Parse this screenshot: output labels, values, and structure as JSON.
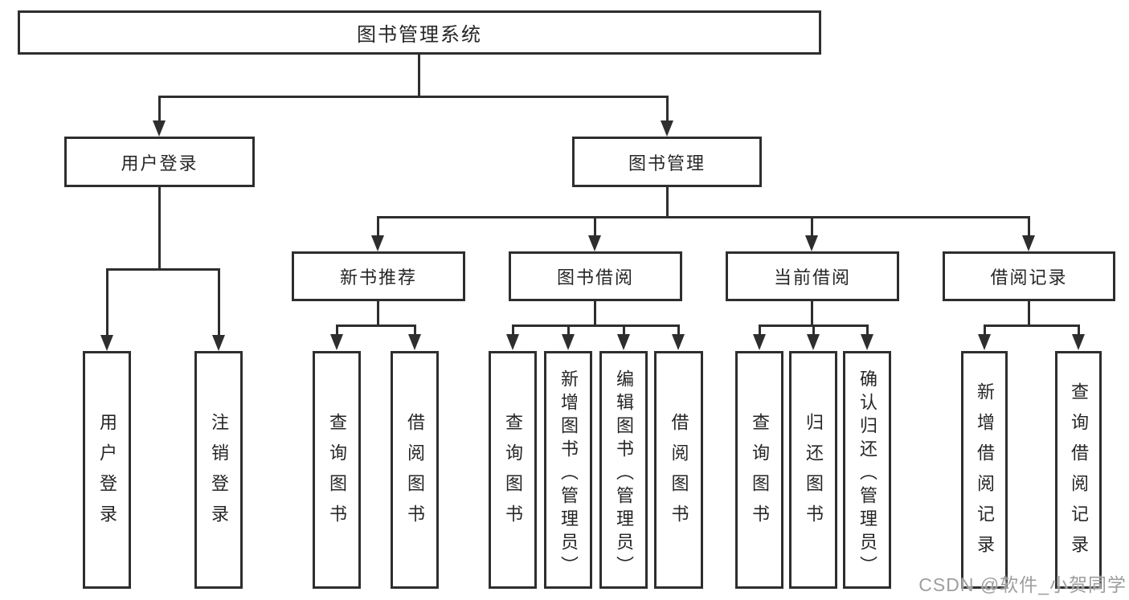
{
  "page": {
    "background": "#ffffff"
  },
  "watermark": {
    "text": "CSDN @软件_小贺同学",
    "color": "#9e9e9e"
  },
  "diagram": {
    "type": "tree",
    "line_color": "#2e2e2e",
    "text_color": "#262626",
    "root": {
      "label": "图书管理系统",
      "children": [
        {
          "label": "用户登录",
          "children": [
            {
              "label": "用户登录"
            },
            {
              "label": "注销登录"
            }
          ]
        },
        {
          "label": "图书管理",
          "children": [
            {
              "label": "新书推荐",
              "children": [
                {
                  "label": "查询图书"
                },
                {
                  "label": "借阅图书"
                }
              ]
            },
            {
              "label": "图书借阅",
              "children": [
                {
                  "label": "查询图书"
                },
                {
                  "label": "新增图书（管理员）"
                },
                {
                  "label": "编辑图书（管理员）"
                },
                {
                  "label": "借阅图书"
                }
              ]
            },
            {
              "label": "当前借阅",
              "children": [
                {
                  "label": "查询图书"
                },
                {
                  "label": "归还图书"
                },
                {
                  "label": "确认归还（管理员）"
                }
              ]
            },
            {
              "label": "借阅记录",
              "children": [
                {
                  "label": "新增借阅记录"
                },
                {
                  "label": "查询借阅记录"
                }
              ]
            }
          ]
        }
      ]
    }
  }
}
